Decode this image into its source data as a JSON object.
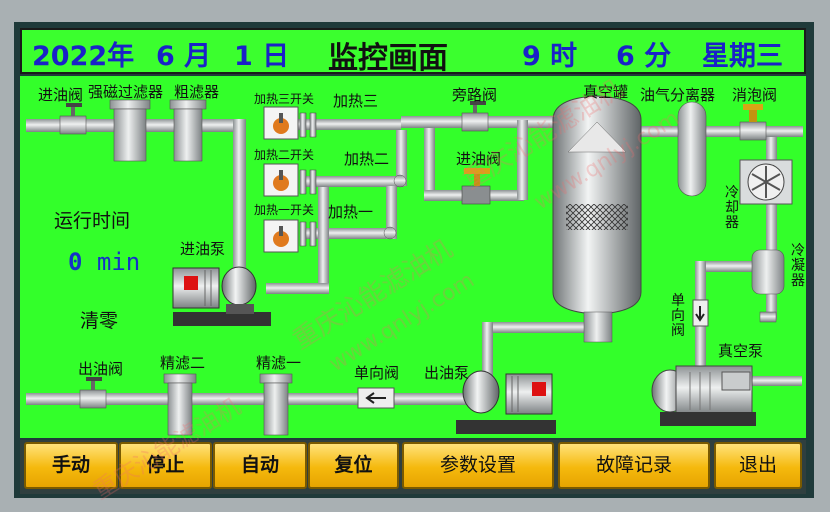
{
  "header": {
    "year": "2022年",
    "month": "6 月",
    "day": "1 日",
    "title": "监控画面",
    "hour": "9 时",
    "minute": "6 分",
    "weekday": "星期三"
  },
  "labels": {
    "inlet_valve": "进油阀",
    "magnetic_filter": "强磁过滤器",
    "coarse_filter": "粗滤器",
    "heater3_switch": "加热三开关",
    "heater3": "加热三",
    "heater2_switch": "加热二开关",
    "heater2": "加热二",
    "heater1_switch": "加热一开关",
    "heater1": "加热一",
    "bypass_valve": "旁路阀",
    "oil_inlet_valve": "进油阀",
    "vacuum_tank": "真空罐",
    "oil_gas_separator": "油气分离器",
    "defoam_valve": "消泡阀",
    "cooler": "冷却器",
    "condenser": "冷凝器",
    "check_valve_right": "单向阀",
    "vacuum_pump": "真空泵",
    "inlet_pump": "进油泵",
    "outlet_valve": "出油阀",
    "fine_filter2": "精滤二",
    "fine_filter1": "精滤一",
    "check_valve": "单向阀",
    "outlet_pump": "出油泵"
  },
  "runtime": {
    "label": "运行时间",
    "value": "0",
    "unit": "min",
    "reset": "清零"
  },
  "buttons": [
    "手动",
    "停止",
    "自动",
    "复位",
    "参数设置",
    "故障记录",
    "退出"
  ],
  "watermark": {
    "text1": "重庆沁能滤油机",
    "text2": "www.qnlyj.com"
  },
  "colors": {
    "panel": "#33ff2a",
    "header_bg": "#3bff2e",
    "header_text": "#1a22c8",
    "button": "#f5b90d",
    "pipe": "#c8ccce"
  }
}
